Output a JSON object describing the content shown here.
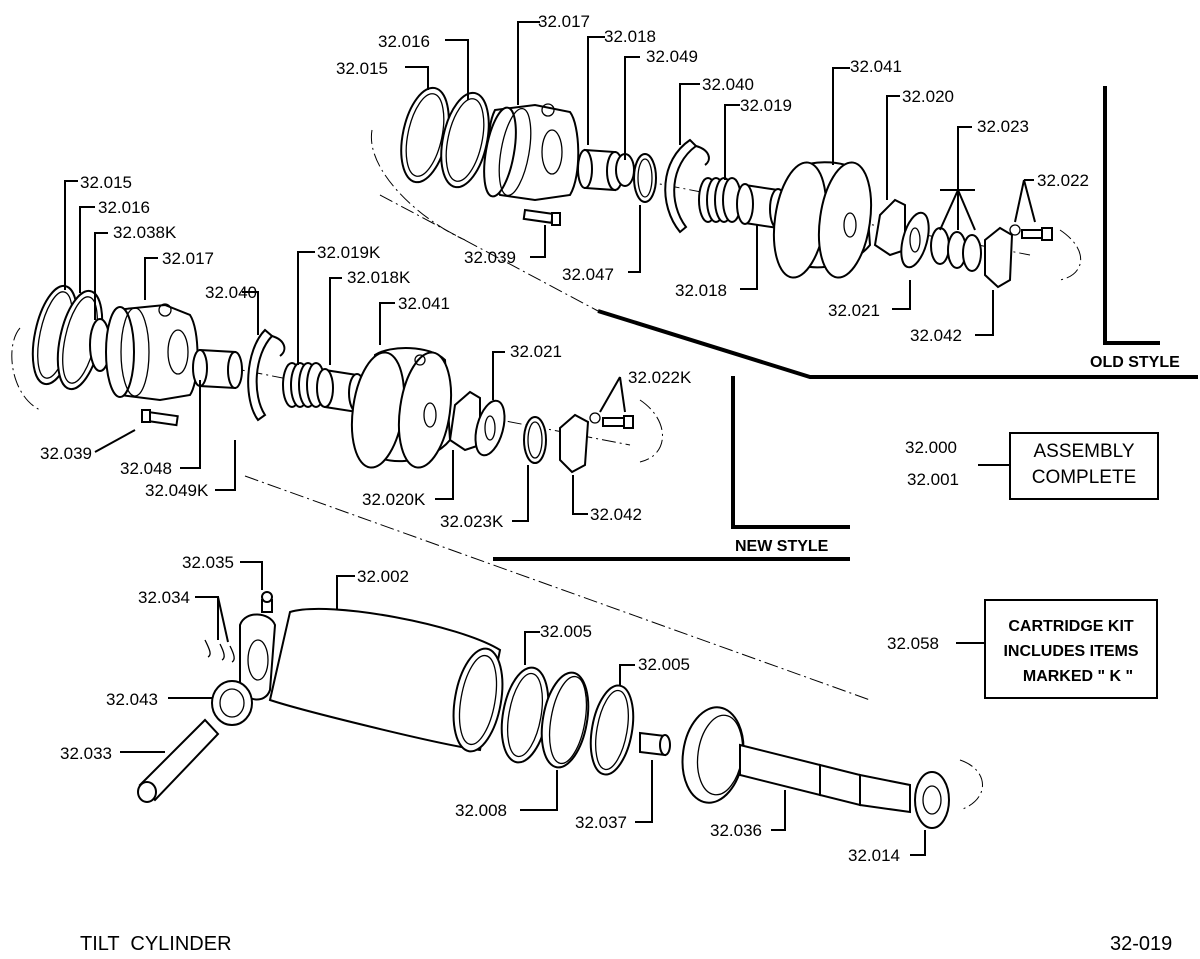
{
  "old_style": {
    "title": "OLD STYLE",
    "labels": [
      "32.016",
      "32.015",
      "32.017",
      "32.018",
      "32.049",
      "32.040",
      "32.019",
      "32.041",
      "32.020",
      "32.023",
      "32.022",
      "32.039",
      "32.047",
      "32.018",
      "32.021",
      "32.042"
    ]
  },
  "new_style": {
    "title": "NEW STYLE",
    "labels": [
      "32.015",
      "32.016",
      "32.038K",
      "32.017",
      "32.040",
      "32.019K",
      "32.018K",
      "32.041",
      "32.021",
      "32.022K",
      "32.039",
      "32.048",
      "32.049K",
      "32.020K",
      "32.023K",
      "32.042"
    ]
  },
  "cylinder": {
    "labels": [
      "32.035",
      "32.034",
      "32.002",
      "32.005",
      "32.005",
      "32.043",
      "32.033",
      "32.008",
      "32.037",
      "32.036",
      "32.014"
    ]
  },
  "assembly": {
    "codes": [
      "32.000",
      "32.001"
    ],
    "box_lines": [
      "ASSEMBLY",
      "COMPLETE"
    ]
  },
  "cartridge": {
    "code": "32.058",
    "box_lines": [
      "CARTRIDGE KIT",
      "INCLUDES ITEMS",
      "MARKED \" K \""
    ]
  },
  "footer": {
    "title": "TILT  CYLINDER",
    "page_code": "32-019"
  }
}
